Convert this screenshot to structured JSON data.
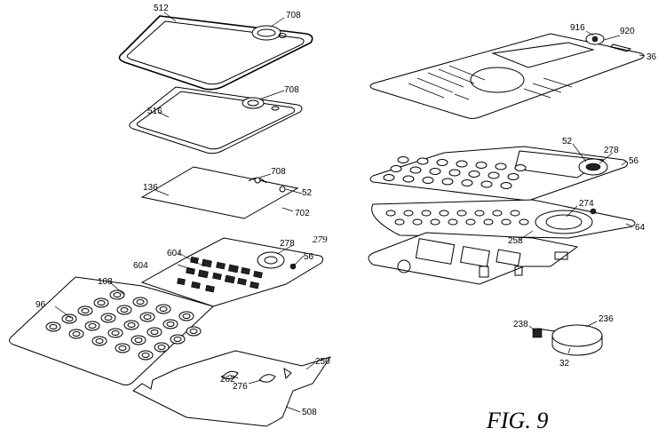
{
  "figure": {
    "caption": "FIG. 9"
  },
  "labels": {
    "l512": "512",
    "l708a": "708",
    "l516": "516",
    "l708b": "708",
    "l136": "136",
    "l708c": "708",
    "l52a": "52",
    "l702": "702",
    "l279": "279",
    "l278a": "278",
    "l56a": "56",
    "l604a": "604",
    "l604b": "604",
    "l108": "108",
    "l96": "96",
    "l250": "250",
    "l262": "262",
    "l276": "276",
    "l508": "508",
    "l916": "916",
    "l920": "920",
    "l36": "36",
    "l52b": "52",
    "l278b": "278",
    "l56b": "56",
    "l274": "274",
    "l258": "258",
    "l64": "64",
    "l238": "238",
    "l236": "236",
    "l32": "32"
  }
}
